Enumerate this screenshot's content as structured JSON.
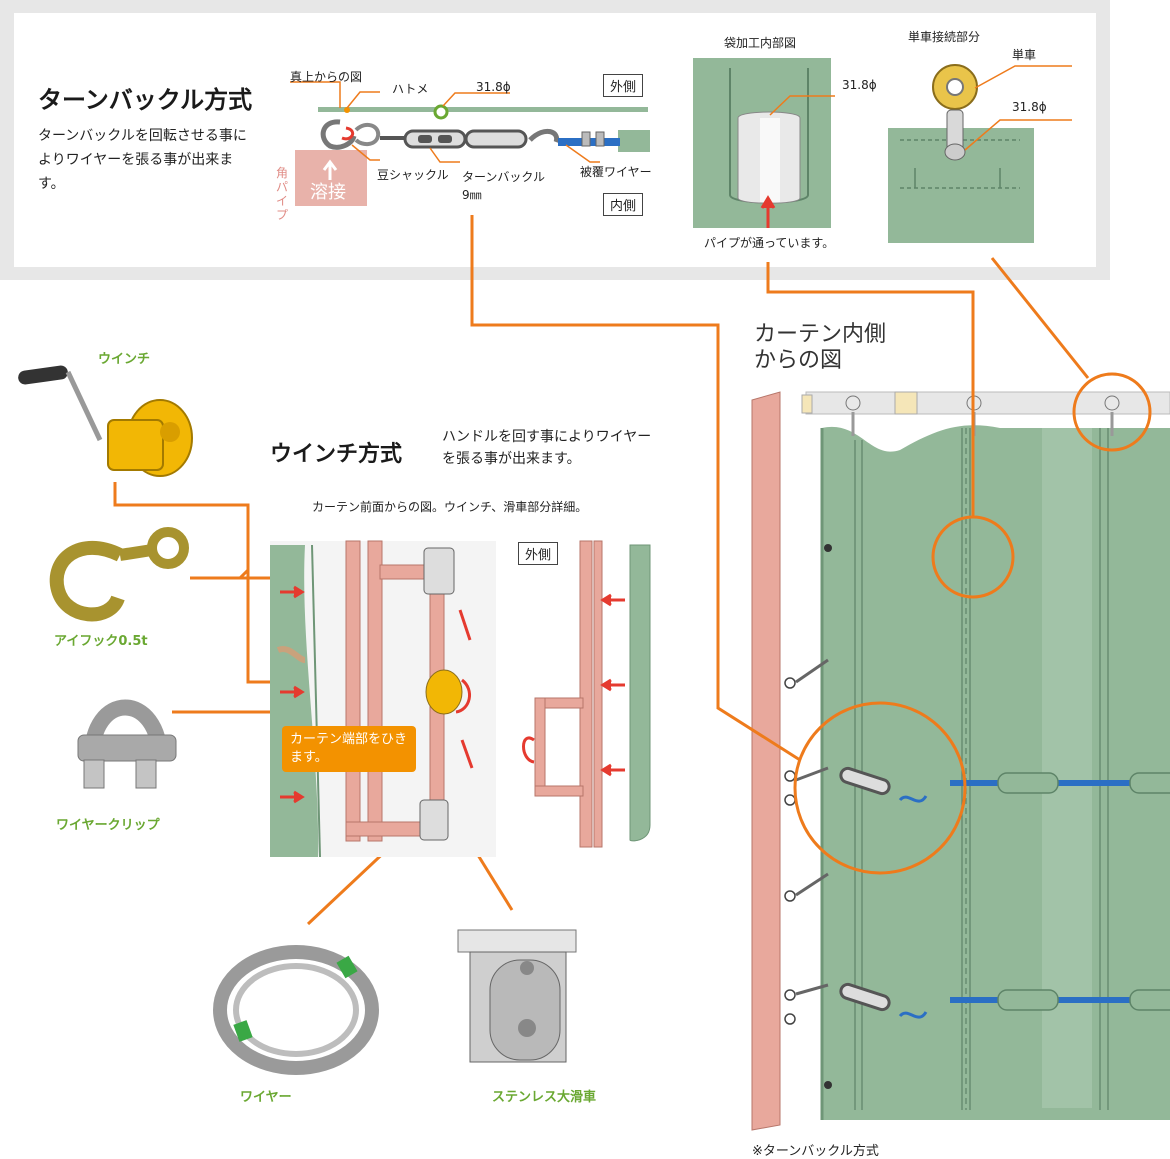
{
  "turnbuckle": {
    "title": "ターンバックル方式",
    "description": "ターンバックルを回転させる事によりワイヤーを張る事が出来ます。",
    "top_view_label": "真上からの図",
    "grommet_label": "ハトメ",
    "diameter_label": "31.8ϕ",
    "outer_side": "外側",
    "inner_side": "内側",
    "square_pipe_label": "角パイプ",
    "weld_label": "溶接",
    "shackle_label": "豆シャックル",
    "turnbuckle_label": "ターンバックル",
    "turnbuckle_size": "9㎜",
    "coated_wire_label": "被覆ワイヤー"
  },
  "bag_detail": {
    "title": "袋加工内部図",
    "diameter_label": "31.8ϕ",
    "caption": "パイプが通っています。"
  },
  "pulley_detail": {
    "title": "単車接続部分",
    "pulley_label": "単車",
    "diameter_label": "31.8ϕ"
  },
  "curtain_view": {
    "title_line1": "カーテン内側",
    "title_line2": "からの図",
    "footnote": "※ターンバックル方式"
  },
  "winch": {
    "title": "ウインチ方式",
    "description": "ハンドルを回す事によりワイヤーを張る事が出来ます。",
    "caption": "カーテン前面からの図。ウインチ、滑車部分詳細。",
    "outer_side": "外側",
    "callout": "カーテン端部をひきます。"
  },
  "parts": {
    "winch": "ウインチ",
    "eye_hook": "アイフック0.5t",
    "wire_clip": "ワイヤークリップ",
    "wire": "ワイヤー",
    "pulley": "ステンレス大滑車"
  },
  "colors": {
    "curtain_green": "#93b899",
    "curtain_dark": "#6f9677",
    "leader_orange": "#ee7b1c",
    "label_green": "#6aa832",
    "pipe_pink": "#e8a89c",
    "wire_blue": "#2b6fc4",
    "winch_yellow": "#f2b705"
  }
}
